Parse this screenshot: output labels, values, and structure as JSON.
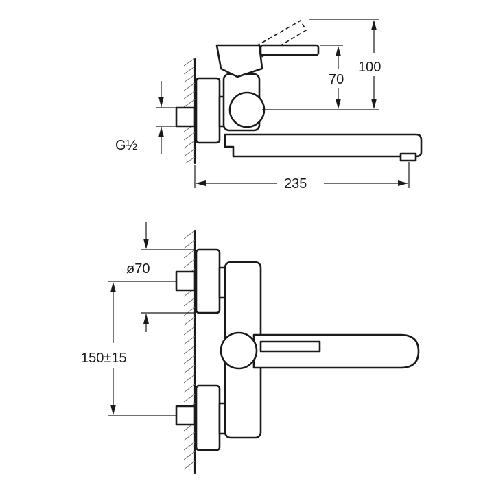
{
  "dimensions": {
    "lever_height": "100",
    "outlet_height": "70",
    "thread": "G½",
    "projection": "235",
    "flange_diameter": "ø70",
    "center_distance": "150±15"
  },
  "colors": {
    "line": "#1a1a1a",
    "hatch": "#6a6a6a",
    "background": "#ffffff"
  }
}
